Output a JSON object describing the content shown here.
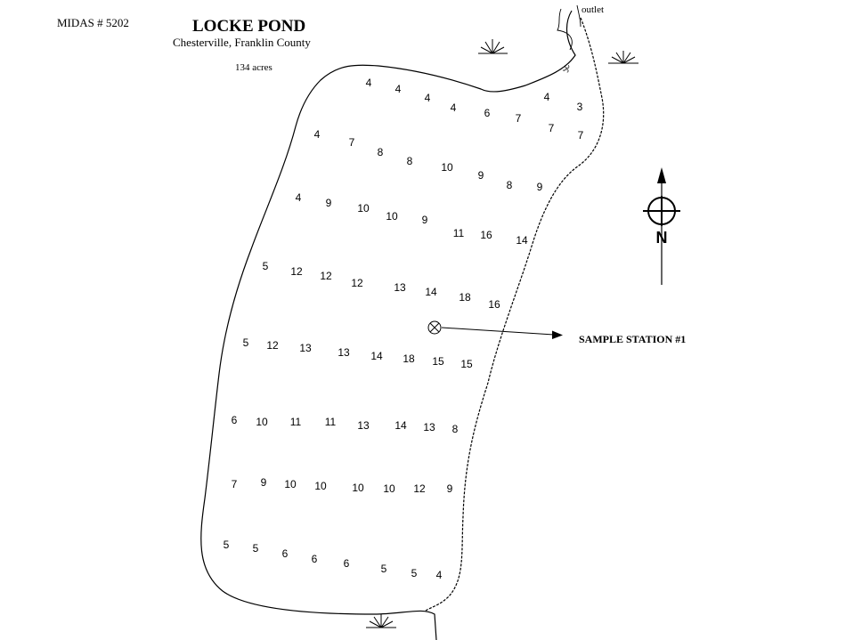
{
  "header": {
    "midas_label": "MIDAS # 5202",
    "pond_name": "LOCKE POND",
    "location": "Chesterville, Franklin County",
    "area": "134 acres"
  },
  "labels": {
    "outlet": "outlet",
    "sample_station": "SAMPLE STATION #1",
    "north": "N"
  },
  "colors": {
    "ink": "#000000",
    "background": "#ffffff"
  },
  "icons": [
    "marsh-symbol-icon",
    "north-arrow-icon",
    "sample-station-icon"
  ],
  "depth_rows": [
    [
      "4",
      "4",
      "4",
      "4",
      "6",
      "7",
      "4",
      "3"
    ],
    [
      "4",
      "7",
      "8",
      "8",
      "10",
      "9",
      "8",
      "9",
      "7",
      "7"
    ],
    [
      "4",
      "9",
      "10",
      "10",
      "9",
      "11",
      "16",
      "14"
    ],
    [
      "5",
      "12",
      "12",
      "12",
      "13",
      "14",
      "18",
      "16"
    ],
    [
      "5",
      "12",
      "13",
      "13",
      "14",
      "18",
      "15",
      "15"
    ],
    [
      "6",
      "10",
      "11",
      "11",
      "13",
      "14",
      "13",
      "8"
    ],
    [
      "7",
      "9",
      "10",
      "10",
      "10",
      "10",
      "12",
      "9"
    ],
    [
      "5",
      "5",
      "6",
      "6",
      "6",
      "5",
      "5",
      "4"
    ]
  ]
}
